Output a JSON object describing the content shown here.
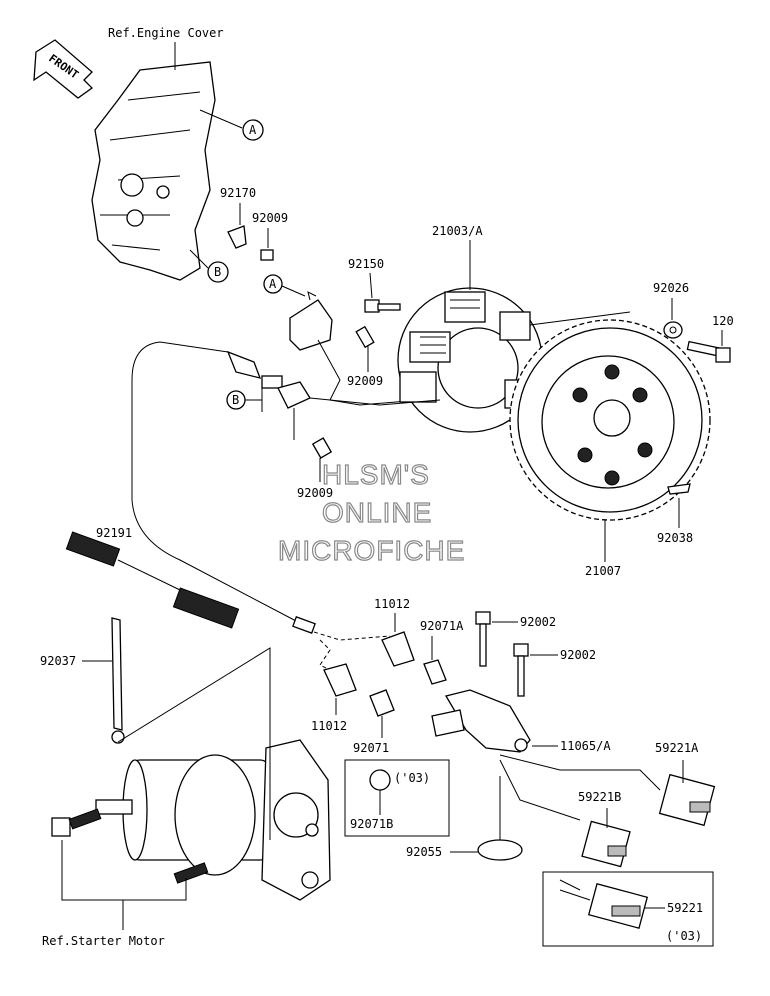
{
  "labels": {
    "ref_engine_cover": "Ref.Engine Cover",
    "ref_starter_motor": "Ref.Starter Motor",
    "front": "FRONT",
    "p92170": "92170",
    "p92009_a": "92009",
    "p92150": "92150",
    "p21003": "21003/A",
    "p92026": "92026",
    "p120": "120",
    "p92009_b": "92009",
    "p92009_c": "92009",
    "p92038": "92038",
    "p21007": "21007",
    "p92191": "92191",
    "p11012_a": "11012",
    "p92071a": "92071A",
    "p92002_a": "92002",
    "p92002_b": "92002",
    "p92037": "92037",
    "p11012_b": "11012",
    "p92071": "92071",
    "p11065": "11065/A",
    "p59221a": "59221A",
    "p92071b": "92071B",
    "p03_a": "('03)",
    "p59221b": "59221B",
    "p92055": "92055",
    "p59221": "59221",
    "p03_b": "('03)"
  },
  "callouts": {
    "a_top": "A",
    "b_top": "B",
    "a_mid": "A",
    "b_mid": "B"
  },
  "watermark": {
    "line1": "HLSM'S",
    "line2": "ONLINE",
    "line3": "MICROFICHE"
  }
}
